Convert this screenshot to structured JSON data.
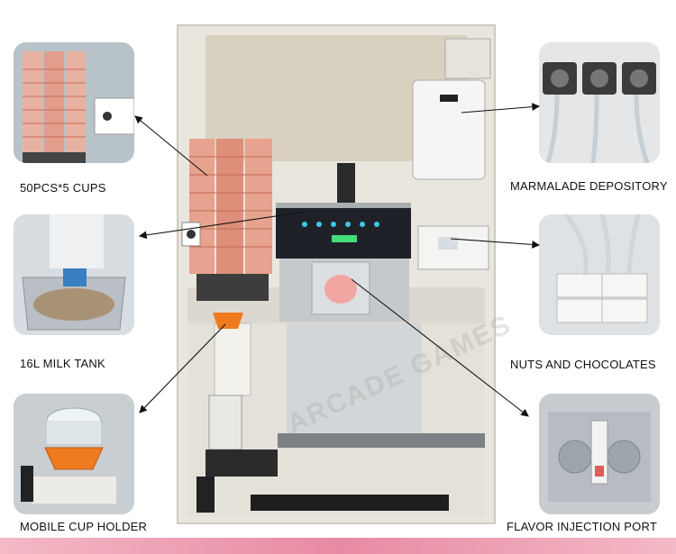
{
  "labels": {
    "cups": "50PCS*5 CUPS",
    "milk_tank": "16L MILK TANK",
    "cup_holder": "MOBILE CUP HOLDER",
    "marmalade": "MARMALADE DEPOSITORY",
    "nuts": "NUTS AND CHOCOLATES",
    "flavor": "FLAVOR INJECTION PORT"
  },
  "watermark": "ARCADE GAMES",
  "colors": {
    "machine_body": "#e9e6dd",
    "cup_stack": "#e7a38f",
    "orange_cup": "#f07a1e",
    "accent_bar": "#e88aa3"
  }
}
